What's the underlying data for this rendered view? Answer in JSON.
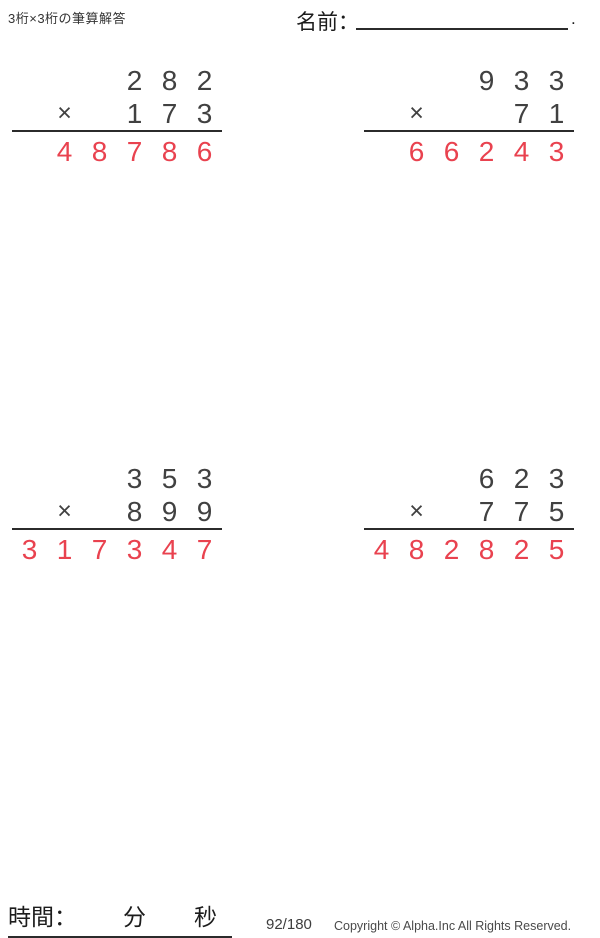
{
  "header": {
    "title": "3桁×3桁の筆算解答",
    "name_label": "名前：",
    "name_period": "."
  },
  "problems": [
    {
      "multiplicand": "282",
      "operator": "×",
      "multiplier": "173",
      "product": "48786"
    },
    {
      "multiplicand": "933",
      "operator": "×",
      "multiplier": "71",
      "product": "66243"
    },
    {
      "multiplicand": "353",
      "operator": "×",
      "multiplier": "899",
      "product": "317347"
    },
    {
      "multiplicand": "623",
      "operator": "×",
      "multiplier": "775",
      "product": "482825"
    }
  ],
  "footer": {
    "time_label": "時間：",
    "minutes_label": "分",
    "seconds_label": "秒",
    "page_number": "92/180",
    "copyright": "Copyright © Alpha.Inc All Rights Reserved."
  },
  "colors": {
    "digit_color": "#414141",
    "answer_color": "#e9424f",
    "line_color": "#2b2b2b"
  }
}
